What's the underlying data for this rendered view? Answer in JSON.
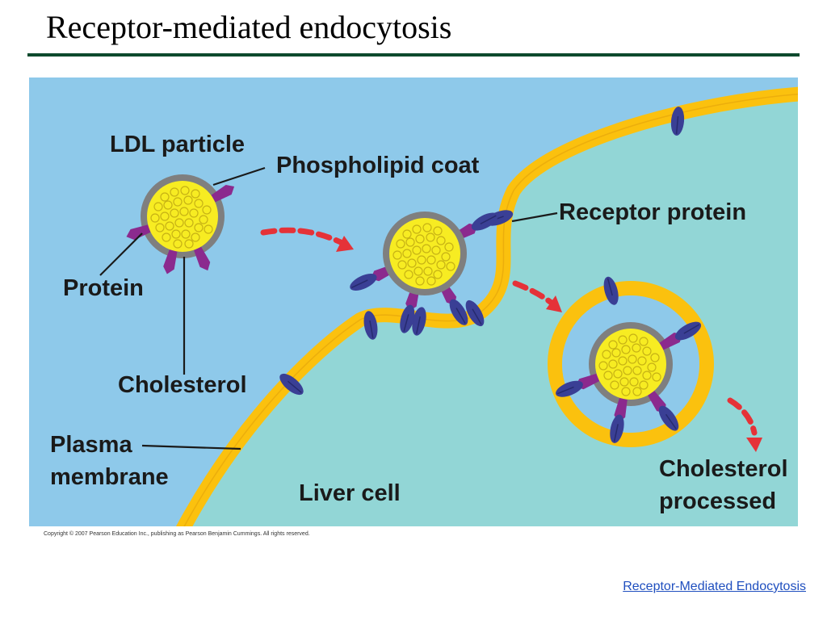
{
  "slide": {
    "title": "Receptor-mediated endocytosis",
    "footer_link": "Receptor-Mediated Endocytosis"
  },
  "diagram": {
    "labels": {
      "ldl_particle": "LDL particle",
      "phospholipid_coat": "Phospholipid coat",
      "protein": "Protein",
      "cholesterol": "Cholesterol",
      "plasma_membrane_line1": "Plasma",
      "plasma_membrane_line2": "membrane",
      "receptor_protein": "Receptor protein",
      "liver_cell": "Liver cell",
      "cholesterol_processed_line1": "Cholesterol",
      "cholesterol_processed_line2": "processed"
    },
    "copyright": "Copyright © 2007 Pearson Education Inc., publishing as Pearson Benjamin Cummings. All rights reserved.",
    "colors": {
      "extracellular": "#8ec9ea",
      "intracellular": "#92d6d6",
      "membrane": "#fbc10e",
      "cholesterol_core": "#f7ec22",
      "phospholipid_coat": "#7f7f7f",
      "ldl_protein": "#8b2a8e",
      "receptor": "#3a3f95",
      "arrow": "#e53238"
    }
  }
}
